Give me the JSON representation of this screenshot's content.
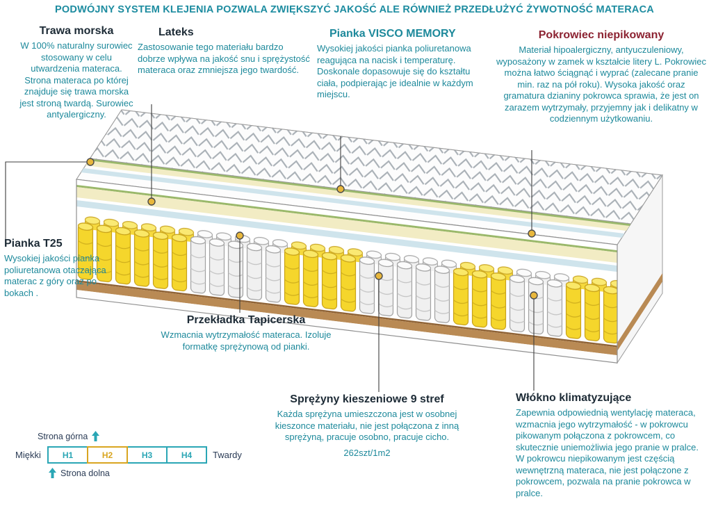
{
  "header": {
    "text": "PODWÓJNY SYSTEM KLEJENIA POZWALA ZWIĘKSZYĆ JAKOŚĆ ALE RÓWNIEŻ PRZEDŁUŻYĆ ŻYWOTNOŚĆ MATERACA"
  },
  "callouts": {
    "trawa_morska": {
      "title": "Trawa morska",
      "body": "W 100% naturalny surowiec stosowany w celu utwardzenia materaca. Strona materaca po której znajduje się trawa morska jest stroną twardą. Surowiec antyalergiczny."
    },
    "lateks": {
      "title": "Lateks",
      "body": "Zastosowanie tego materiału bardzo dobrze wpływa na jakość snu i sprężystość materaca oraz zmniejsza jego twardość."
    },
    "pianka_visco": {
      "title": "Pianka VISCO MEMORY",
      "body": "Wysokiej jakości pianka poliuretanowa reagująca na nacisk i temperaturę. Doskonale dopasowuje się do kształtu ciała, podpierając je idealnie w każdym miejscu."
    },
    "pokrowiec": {
      "title": "Pokrowiec niepikowany",
      "body": "Materiał hipoalergiczny, antyuczuleniowy, wyposażony w zamek w kształcie litery L. Pokrowiec można łatwo ściągnąć i wyprać (zalecane pranie min. raz na pół roku). Wysoka jakość oraz gramatura dzianiny pokrowca sprawia, że jest on zarazem wytrzymały, przyjemny jak i delikatny w codziennym użytkowaniu."
    },
    "pianka_t25": {
      "title": "Pianka T25",
      "body": "Wysokiej jakości pianka poliuretanowa otaczająca materac z góry oraz po bokach ."
    },
    "przekladka": {
      "title": "Przekładka Tapicerska",
      "body": "Wzmacnia wytrzymałość materaca. Izoluje formatkę sprężynową od pianki."
    },
    "sprezyny": {
      "title": "Sprężyny kieszeniowe 9 stref",
      "body": "Każda sprężyna umieszczona jest w osobnej kieszonce materiału, nie jest połączona z inną sprężyną, pracuje osobno, pracuje cicho.",
      "note": "262szt/1m2"
    },
    "wlokno": {
      "title": "Włókno klimatyzujące",
      "body": "Zapewnia odpowiednią wentylację materaca, wzmacnia jego wytrzymałość - w pokrowcu pikowanym połączona z pokrowcem, co skutecznie uniemożliwia jego pranie w pralce. W pokrowcu niepikowanym jest częścią wewnętrzną materaca, nie jest połączone z pokrowcem, pozwala na pranie pokrowca w pralce."
    }
  },
  "hardness_scale": {
    "top_label": "Strona górna",
    "bottom_label": "Strona dolna",
    "soft_label": "Miękki",
    "hard_label": "Twardy",
    "levels": [
      {
        "label": "H1",
        "color": "#2aa6b5"
      },
      {
        "label": "H2",
        "color": "#d9a520"
      },
      {
        "label": "H3",
        "color": "#2aa6b5"
      },
      {
        "label": "H4",
        "color": "#2aa6b5"
      }
    ]
  },
  "colors": {
    "teal_text": "#1d899b",
    "title_dark": "#1d2b36",
    "maroon_title": "#8c2332",
    "callout_dot": "#e8b73c",
    "spring_yellow": "#f5d62c",
    "base_brown": "#b98a54",
    "scale_teal": "#2aa6b5",
    "scale_h2_yellow": "#d9a520"
  }
}
